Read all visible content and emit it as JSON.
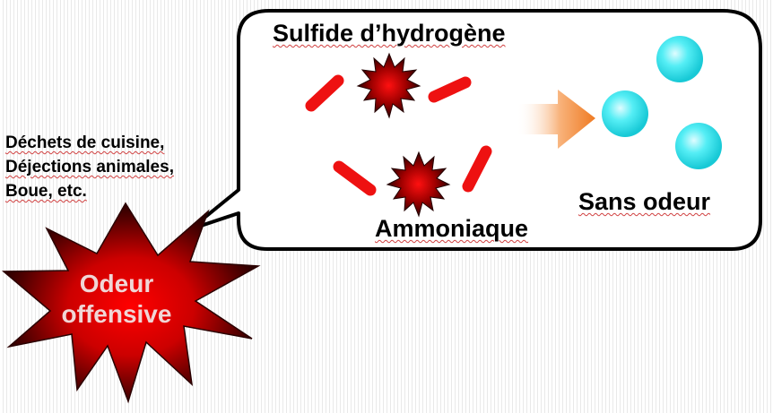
{
  "labels": {
    "hydrogen_sulfide": "Sulfide d’hydrogène",
    "ammonia": "Ammoniaque",
    "odorless": "Sans odeur",
    "offensive_odor_line1": "Odeur",
    "offensive_odor_line2": "offensive"
  },
  "sources": [
    "Déchets de cuisine,",
    "Déjections animales,",
    "Boue, etc."
  ],
  "colors": {
    "bacteria": "#ee1111",
    "burst_dark": "#2a0000",
    "burst_red": "#cc0000",
    "sphere": "#33e6ef",
    "arrow": "#f08030"
  },
  "icons": {
    "burst_large": "explosion-star",
    "burst_small": "spiky-star",
    "molecule": "cyan-sphere",
    "arrow": "gradient-right-arrow"
  }
}
